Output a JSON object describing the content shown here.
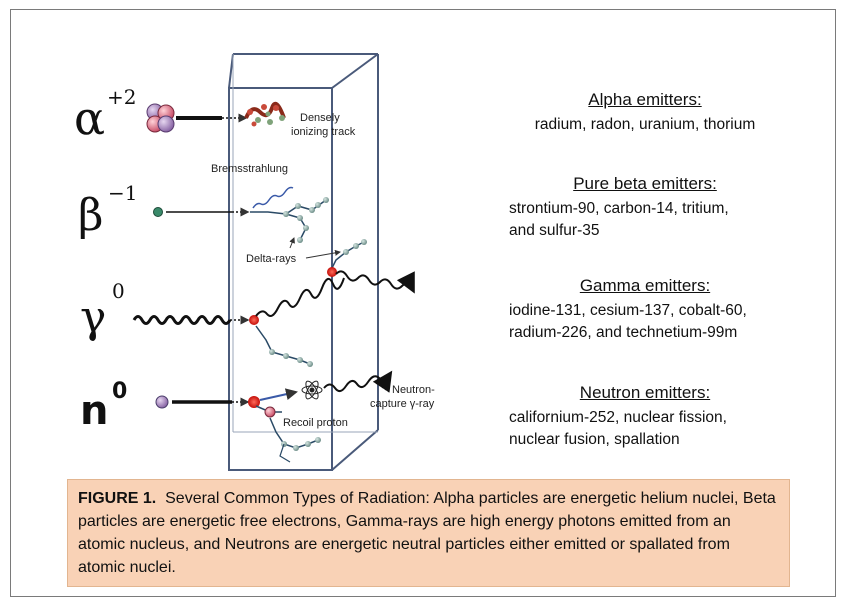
{
  "figure": {
    "symbols": {
      "alpha": "α",
      "alpha_sup": "+2",
      "beta": "β",
      "beta_sup": "−1",
      "gamma": "γ",
      "gamma_sup": "0",
      "neutron": "n",
      "neutron_sup": "0"
    },
    "labels": {
      "densely_line1": "Densely",
      "densely_line2": "ionizing track",
      "bremsstrahlung": "Bremsstrahlung",
      "delta_rays": "Delta-rays",
      "neutron_capture_line1": "Neutron-",
      "neutron_capture_line2": "capture γ-ray",
      "recoil_proton": "Recoil proton"
    }
  },
  "emitters": [
    {
      "heading": "Alpha emitters:",
      "body": "radium, radon, uranium, thorium"
    },
    {
      "heading": "Pure beta emitters:",
      "body_line1": "strontium-90, carbon-14, tritium,",
      "body_line2": "and sulfur-35"
    },
    {
      "heading": "Gamma emitters:",
      "body_line1": "iodine-131, cesium-137, cobalt-60,",
      "body_line2": "radium-226, and technetium-99m"
    },
    {
      "heading": "Neutron emitters:",
      "body_line1": "californium-252, nuclear fission,",
      "body_line2": "nuclear fusion, spallation"
    }
  ],
  "caption": {
    "label": "FIGURE 1.",
    "text": "Several Common Types of Radiation: Alpha particles are energetic helium nuclei, Beta particles are energetic free electrons, Gamma-rays are high energy photons emitted from an atomic nucleus, and Neutrons are energetic neutral particles either emitted or spallated from atomic nuclei."
  },
  "colors": {
    "box_edge": "#4a5a7a",
    "track": "#2a4a66",
    "bead": "#8fa9a5",
    "caption_bg": "#f9d2b6",
    "hit": "#e2231a"
  }
}
